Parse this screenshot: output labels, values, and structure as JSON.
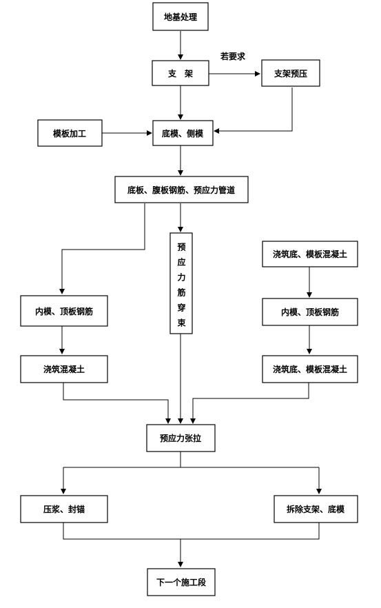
{
  "nodes": {
    "foundation": "地基处理",
    "support": "支　架",
    "preload": "支架预压",
    "formwork_processing": "模板加工",
    "bottom_side_form": "底模、侧模",
    "rebar_duct": "底板、腹板钢筋、预应力管道",
    "strand_threading": "预应力筋穿束",
    "inner_form_rebar_left": "内模、顶板钢筋",
    "pour_concrete_left": "浇筑混凝土",
    "pour_bottom_right": "浇筑底、模板混凝土",
    "inner_form_rebar_right": "内模、顶板钢筋",
    "pour_bottom_right_2": "浇筑底、模板混凝土",
    "tensioning": "预应力张拉",
    "grouting": "压浆、封锚",
    "remove_support": "拆除支架、底模",
    "next_section": "下一个施工段"
  },
  "edges": {
    "if_required": "若要求"
  }
}
